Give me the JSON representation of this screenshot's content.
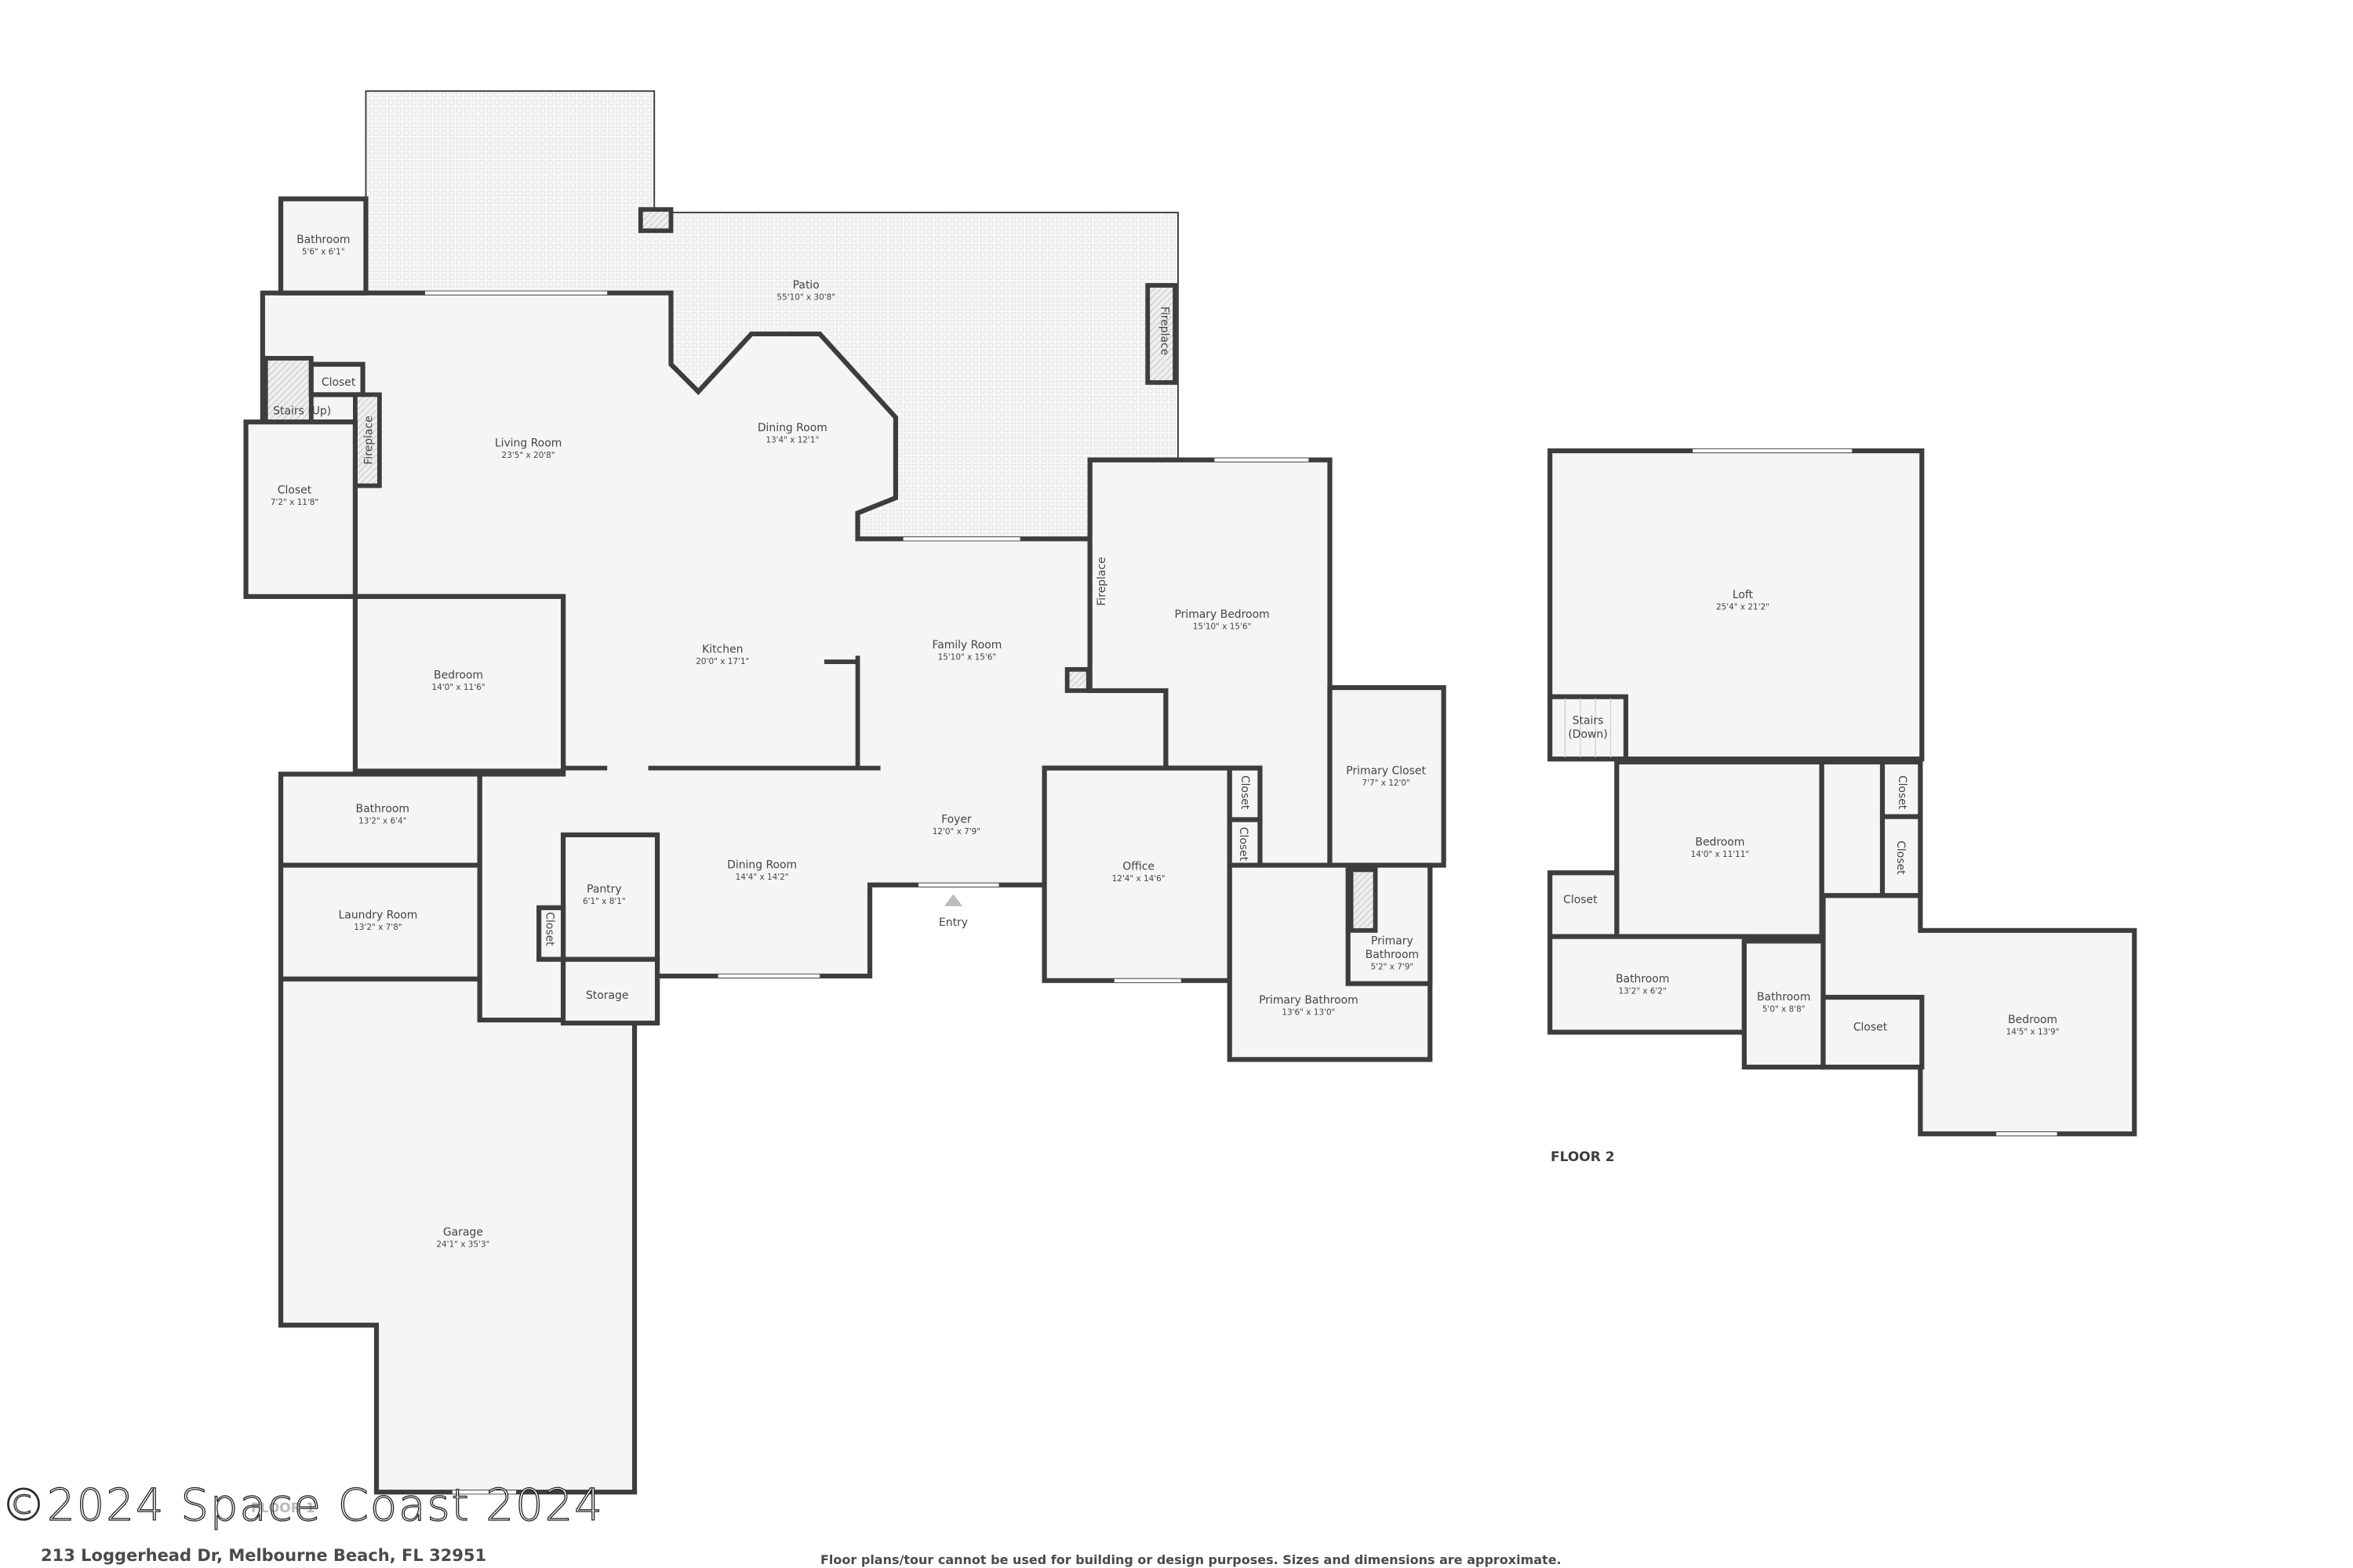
{
  "floor1": {
    "label": "FLOOR 1",
    "rooms": [
      {
        "name": "Patio",
        "dims": "55'10\" x 30'8\""
      },
      {
        "name": "Bathroom",
        "dims": "5'6\" x 6'1\""
      },
      {
        "name": "Closet",
        "dims": ""
      },
      {
        "name": "Stairs (Up)",
        "dims": ""
      },
      {
        "name": "Fireplace",
        "dims": ""
      },
      {
        "name": "Closet",
        "dims": "7'2\" x 11'8\""
      },
      {
        "name": "Living Room",
        "dims": "23'5\" x 20'8\""
      },
      {
        "name": "Dining Room",
        "dims": "13'4\" x 12'1\""
      },
      {
        "name": "Fireplace",
        "dims": ""
      },
      {
        "name": "Kitchen",
        "dims": "20'0\" x 17'1\""
      },
      {
        "name": "Family Room",
        "dims": "15'10\" x 15'6\""
      },
      {
        "name": "Bedroom",
        "dims": "14'0\" x 11'6\""
      },
      {
        "name": "Fireplace",
        "dims": ""
      },
      {
        "name": "Primary Bedroom",
        "dims": "15'10\" x 15'6\""
      },
      {
        "name": "Bathroom",
        "dims": "13'2\" x 6'4\""
      },
      {
        "name": "Laundry Room",
        "dims": "13'2\" x 7'8\""
      },
      {
        "name": "Pantry",
        "dims": "6'1\" x 8'1\""
      },
      {
        "name": "Closet",
        "dims": ""
      },
      {
        "name": "Storage",
        "dims": ""
      },
      {
        "name": "Dining Room",
        "dims": "14'4\" x 14'2\""
      },
      {
        "name": "Foyer",
        "dims": "12'0\" x 7'9\""
      },
      {
        "name": "Entry",
        "dims": ""
      },
      {
        "name": "Office",
        "dims": "12'4\" x 14'6\""
      },
      {
        "name": "Closet",
        "dims": ""
      },
      {
        "name": "Closet",
        "dims": ""
      },
      {
        "name": "Primary Closet",
        "dims": "7'7\" x 12'0\""
      },
      {
        "name": "Primary Bathroom",
        "dims": "5'2\" x 7'9\""
      },
      {
        "name": "Primary Bathroom",
        "dims": "13'6\" x 13'0\""
      },
      {
        "name": "Garage",
        "dims": "24'1\" x 35'3\""
      }
    ]
  },
  "floor2": {
    "label": "FLOOR 2",
    "rooms": [
      {
        "name": "Loft",
        "dims": "25'4\" x 21'2\""
      },
      {
        "name": "Stairs (Down)",
        "dims": ""
      },
      {
        "name": "Bedroom",
        "dims": "14'0\" x 11'11\""
      },
      {
        "name": "Closet",
        "dims": ""
      },
      {
        "name": "Closet",
        "dims": ""
      },
      {
        "name": "Closet",
        "dims": ""
      },
      {
        "name": "Bathroom",
        "dims": "13'2\" x 6'2\""
      },
      {
        "name": "Bathroom",
        "dims": "5'0\" x 8'8\""
      },
      {
        "name": "Closet",
        "dims": ""
      },
      {
        "name": "Bedroom",
        "dims": "14'5\" x 13'9\""
      }
    ]
  },
  "footer": {
    "address": "213 Loggerhead Dr, Melbourne Beach, FL 32951",
    "disclaimer": "Floor plans/tour cannot be used for building or design purposes. Sizes and dimensions are approximate.",
    "watermark": "©2024 Space Coast 2024"
  },
  "colors": {
    "wall": "#3d3d3d",
    "floor": "#f5f5f5",
    "text": "#444444"
  },
  "icons": {
    "entry": "triangle-up-icon"
  }
}
